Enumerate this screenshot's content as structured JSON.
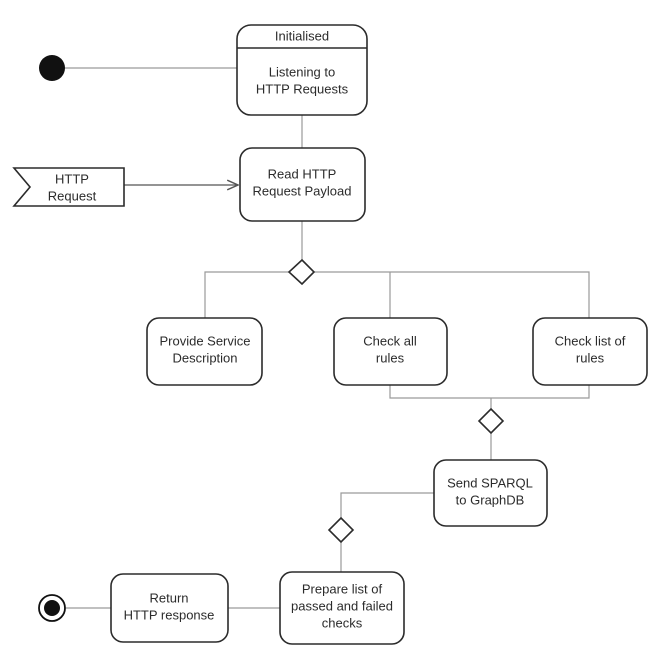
{
  "diagram": {
    "states": {
      "initialised": {
        "header": "Initialised",
        "body": [
          "Listening to",
          "HTTP Requests"
        ]
      },
      "read_payload": {
        "lines": [
          "Read HTTP",
          "Request Payload"
        ]
      },
      "service_description": {
        "lines": [
          "Provide Service",
          "Description"
        ]
      },
      "check_all": {
        "lines": [
          "Check all",
          "rules"
        ]
      },
      "check_list": {
        "lines": [
          "Check list of",
          "rules"
        ]
      },
      "send_sparql": {
        "lines": [
          "Send SPARQL",
          "to GraphDB"
        ]
      },
      "prepare_list": {
        "lines": [
          "Prepare list of",
          "passed and failed",
          "checks"
        ]
      },
      "return_response": {
        "lines": [
          "Return",
          "HTTP response"
        ]
      }
    },
    "signal": {
      "lines": [
        "HTTP",
        "Request"
      ]
    }
  }
}
